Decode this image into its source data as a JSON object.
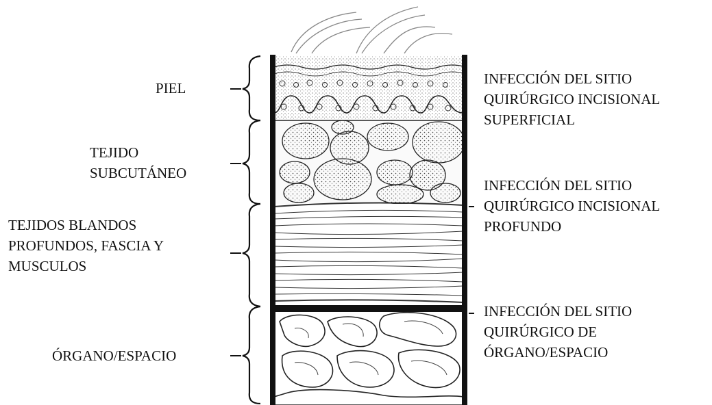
{
  "layers": [
    {
      "id": "piel",
      "label": "PIEL"
    },
    {
      "id": "subcutaneo",
      "label": "TEJIDO\nSUBCUTÁNEO"
    },
    {
      "id": "profundos",
      "label": "TEJIDOS BLANDOS\nPROFUNDOS, FASCIA Y\nMUSCULOS"
    },
    {
      "id": "organo",
      "label": "ÓRGANO/ESPACIO"
    }
  ],
  "infections": [
    {
      "id": "superficial",
      "label": "INFECCIÓN DEL SITIO\nQUIRÚRGICO INCISIONAL\nSUPERFICIAL"
    },
    {
      "id": "profundo",
      "label": "INFECCIÓN DEL SITIO\nQUIRÚRGICO INCISIONAL\nPROFUNDO"
    },
    {
      "id": "organo",
      "label": "INFECCIÓN DEL SITIO\nQUIRÚRGICO DE\nÓRGANO/ESPACIO"
    }
  ],
  "colors": {
    "ink": "#111111",
    "background": "#ffffff",
    "stipple": "#555555"
  }
}
